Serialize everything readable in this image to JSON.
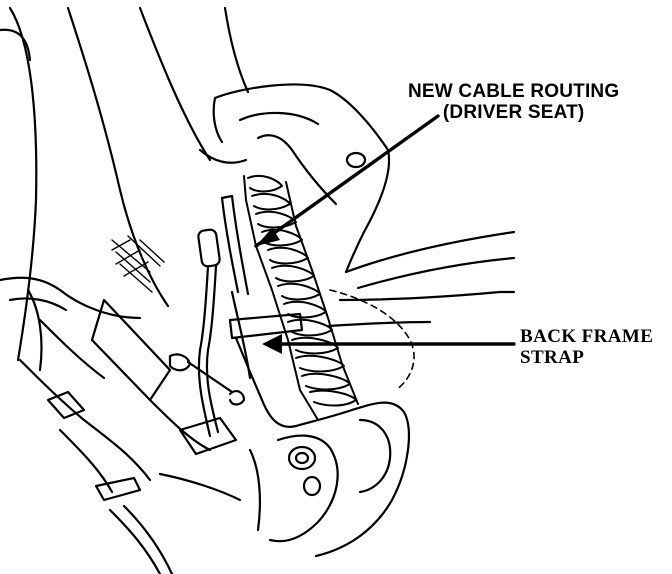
{
  "labels": {
    "cable_routing": {
      "line1": "NEW CABLE ROUTING",
      "line2": "(DRIVER SEAT)"
    },
    "back_frame_strap": {
      "line1": "BACK FRAME",
      "line2": "STRAP"
    }
  },
  "colors": {
    "ink": "#000000",
    "paper": "#ffffff"
  }
}
